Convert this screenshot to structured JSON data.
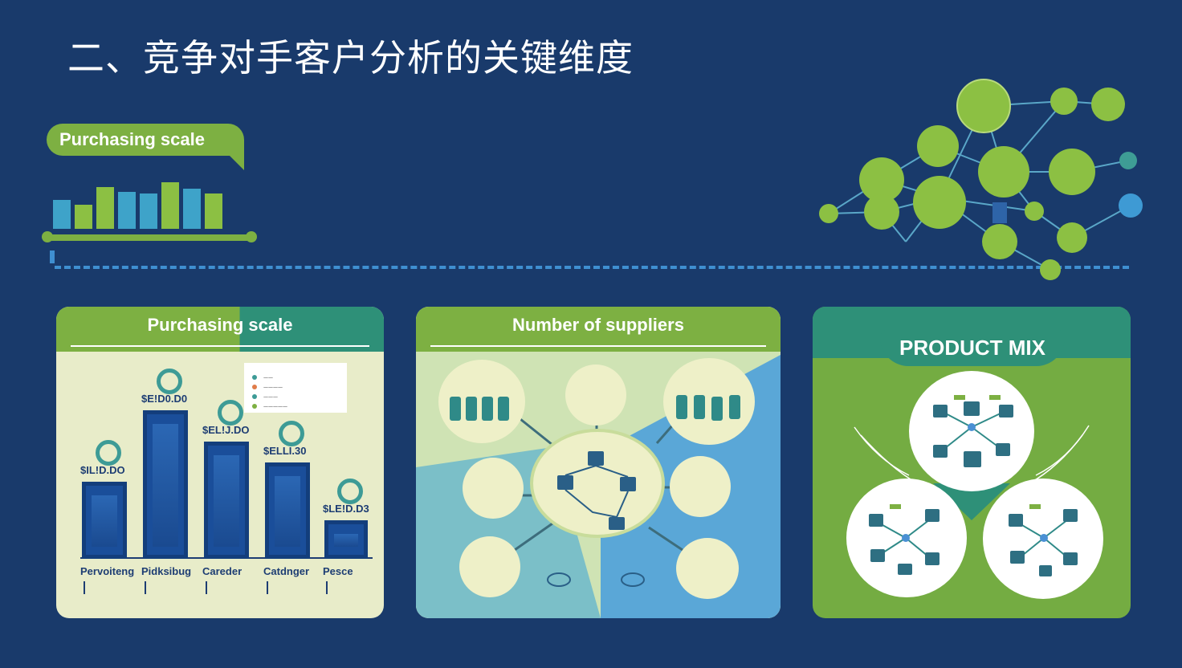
{
  "heading": "二、竞争对手客户分析的关键维度",
  "tag_label": "Purchasing scale",
  "cards": {
    "purchasing": {
      "title": "Purchasing scale",
      "bars": [
        {
          "value_label": "$IL!D.DO",
          "category": "Pervoiteng",
          "level": 0.4
        },
        {
          "value_label": "$E!D0.D0",
          "category": "Pidksibug",
          "level": 0.77
        },
        {
          "value_label": "$EL!J.DO",
          "category": "Careder",
          "level": 0.61
        },
        {
          "value_label": "$ELLI.30",
          "category": "Catdnger",
          "level": 0.5
        },
        {
          "value_label": "$LE!D.D3",
          "category": "Pesce",
          "level": 0.2
        }
      ]
    },
    "suppliers": {
      "title": "Number of suppliers"
    },
    "product_mix": {
      "title": "PRODUCT MIX"
    }
  },
  "colors": {
    "background": "#193a6b",
    "green": "#7db042",
    "teal": "#3d9b96",
    "blue": "#1a4e9a"
  }
}
